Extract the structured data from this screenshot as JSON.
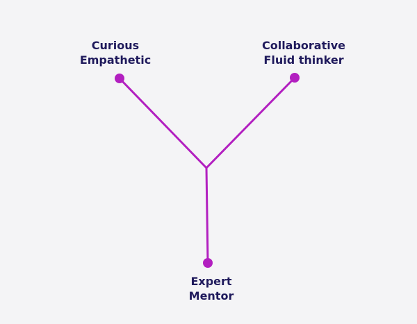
{
  "colors": {
    "background": "#f4f4f6",
    "line": "#b21fc0",
    "text": "#1f1a5c"
  },
  "nodes": {
    "left": {
      "line1": "Curious",
      "line2": "Empathetic"
    },
    "right": {
      "line1": "Collaborative",
      "line2": "Fluid thinker"
    },
    "bottom": {
      "line1": "Expert",
      "line2": "Mentor"
    }
  }
}
